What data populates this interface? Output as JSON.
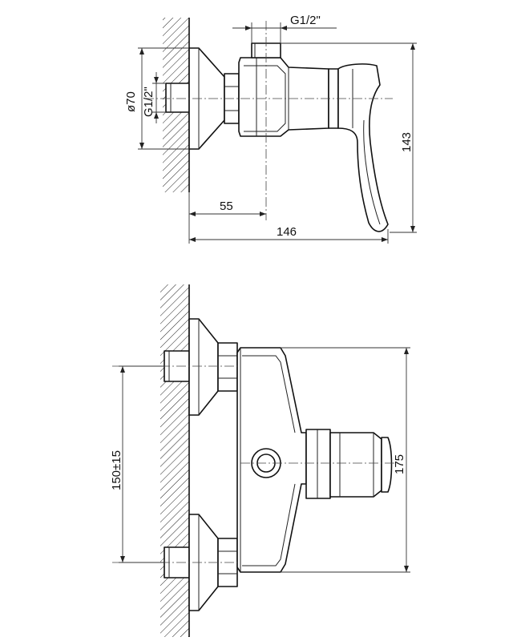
{
  "drawing": {
    "top_view": {
      "labels": {
        "thread_top": "G1/2\"",
        "diameter": "ø70",
        "thread_side": "G1/2\"",
        "height": "143",
        "depth": "55",
        "length": "146"
      }
    },
    "bottom_view": {
      "labels": {
        "spacing": "150±15",
        "height": "175"
      }
    }
  }
}
